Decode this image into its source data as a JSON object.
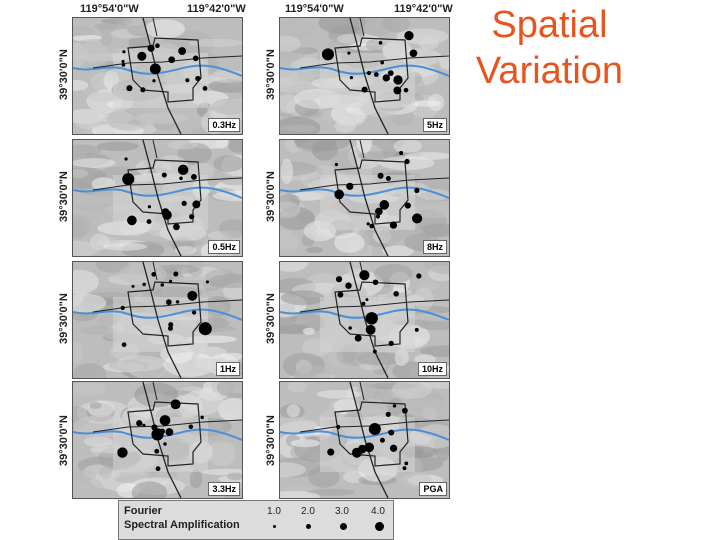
{
  "slide": {
    "title": "Spatial Variation"
  },
  "axes": {
    "top_lon_left": "119°54'0\"W",
    "top_lon_right": "119°42'0\"W",
    "lat_label": "39°30'0\"N"
  },
  "panels": [
    {
      "freq": "0.3Hz"
    },
    {
      "freq": "5Hz"
    },
    {
      "freq": "0.5Hz"
    },
    {
      "freq": "8Hz"
    },
    {
      "freq": "1Hz"
    },
    {
      "freq": "10Hz"
    },
    {
      "freq": "3.3Hz"
    },
    {
      "freq": "PGA"
    }
  ],
  "legend": {
    "title_line1": "Fourier",
    "title_line2": "Spectral Amplification",
    "values": [
      "1.0",
      "2.0",
      "3.0",
      "4.0"
    ]
  },
  "colors": {
    "title": "#e8541e",
    "river": "#4a90d9",
    "map_bg": "#bdbdbd"
  }
}
